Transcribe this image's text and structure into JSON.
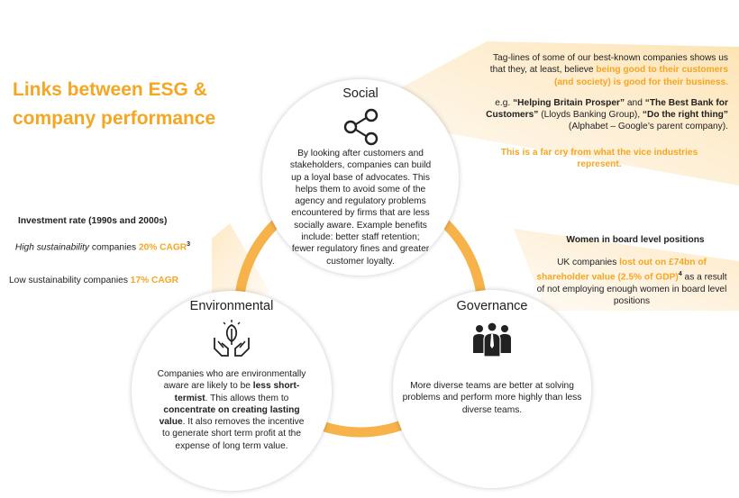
{
  "title": {
    "line1": "Links between ESG &",
    "line2": "company performance"
  },
  "colors": {
    "accent": "#f5a623",
    "ring": "#f7b34a",
    "beam": "#fde6bd"
  },
  "social": {
    "title": "Social",
    "icon": "share-icon",
    "body": "By looking after customers and stakeholders, companies can build up a loyal base of advocates. This helps them to avoid some of the agency and regulatory problems encountered by firms that are less socially aware. Example benefits include: better staff retention; fewer regulatory fines and greater customer loyalty."
  },
  "environmental": {
    "title": "Environmental",
    "icon": "hands-plant-icon",
    "body_1": "Companies who are environmentally aware are likely to be ",
    "body_2": "less short-termist",
    "body_3": ". This allows them to ",
    "body_4": "concentrate on creating lasting value",
    "body_5": ". It also removes the incentive to generate short term profit at the expense of long term value."
  },
  "governance": {
    "title": "Governance",
    "icon": "team-icon",
    "body": "More diverse teams are better at solving problems and perform more highly than less diverse teams."
  },
  "taglines": {
    "p1_a": "Tag-lines of some of our best-known companies shows us that they, at least, believe ",
    "p1_b": "being good to their customers (and society) is good for their business.",
    "p2_a": "e.g. ",
    "p2_b": "“Helping Britain Prosper”",
    "p2_c": " and ",
    "p2_d": "“The Best Bank for Customers”",
    "p2_e": " (Lloyds Banking Group), ",
    "p2_f": "“Do the right thing”",
    "p2_g": " (Alphabet – Google’s parent company).",
    "p3": "This is a far cry from what the vice industries represent."
  },
  "investment": {
    "heading": "Investment rate (1990s and 2000s)",
    "high_a": "High sustainability",
    "high_b": " companies ",
    "high_c": "20% CAGR",
    "high_sup": "3",
    "low_a": "Low sustainability companies ",
    "low_b": "17% CAGR"
  },
  "women": {
    "heading": "Women in board level positions",
    "text_a": "UK companies ",
    "text_b": "lost out on £74bn of shareholder value (2.5% of GDP)",
    "sup": "4",
    "text_c": " as a result of not employing enough women in board level positions"
  }
}
